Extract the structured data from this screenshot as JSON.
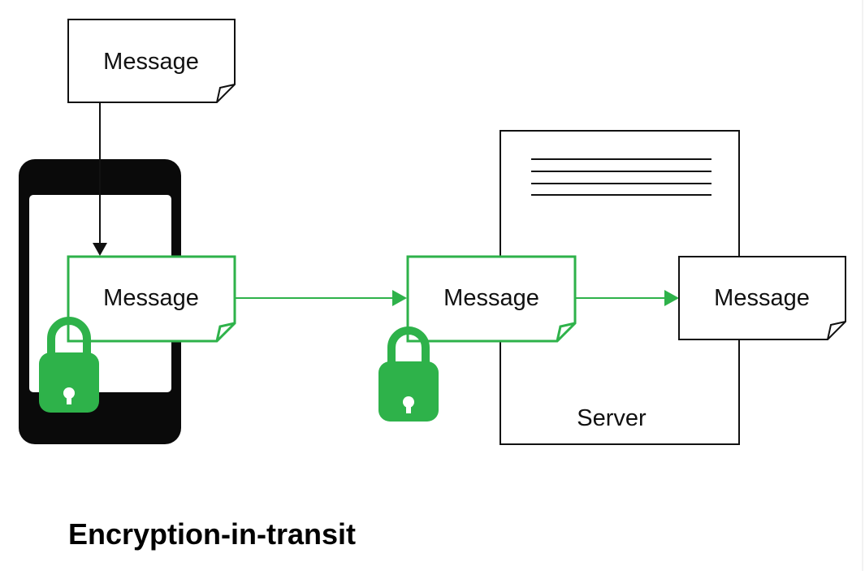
{
  "diagram": {
    "caption": "Encryption-in-transit",
    "messages": {
      "source": "Message",
      "on_phone": "Message",
      "in_transit": "Message",
      "on_server": "Message"
    },
    "server_label": "Server"
  },
  "colors": {
    "encrypted_green": "#2eb24a",
    "outline": "#111111",
    "phone_body": "#0a0a0a",
    "background": "#ffffff"
  },
  "icons": [
    "padlock-icon",
    "keyhole-icon",
    "arrow-head-icon"
  ]
}
